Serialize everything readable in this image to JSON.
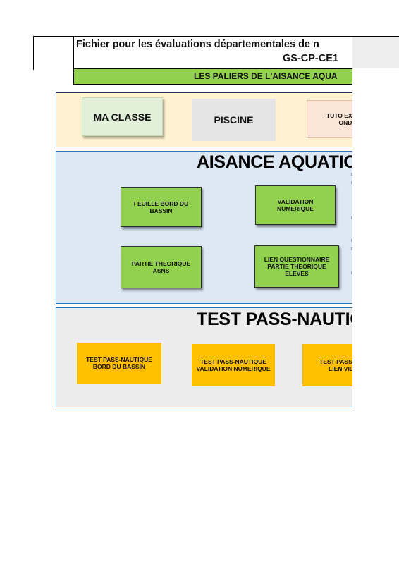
{
  "header": {
    "title_line1": "Fichier pour les évaluations départementales de n",
    "title_line2": "GS-CP-CE1",
    "subtitle": "LES PALIERS DE L'AISANCE AQUA"
  },
  "top_panel": {
    "ma_classe": "MA CLASSE",
    "piscine": "PISCINE",
    "tuto": "TUTO EXTRA\nOND"
  },
  "aisance": {
    "title": "AISANCE AQUATIC",
    "buttons": [
      "FEUILLE BORD DU BASSIN",
      "VALIDATION NUMERIQUE",
      "PARTIE THEORIQUE ASNS",
      "LIEN QUESTIONNAIRE PARTIE THEORIQUE ELEVES"
    ]
  },
  "pass_nautique": {
    "title": "TEST PASS-NAUTIC",
    "buttons": [
      "TEST PASS-NAUTIQUE BORD DU BASSIN",
      "TEST PASS-NAUTIQUE VALIDATION NUMERIQUE",
      "TEST PASS-NA\nLIEN VID"
    ]
  },
  "colors": {
    "green": "#92d050",
    "orange": "#ffc000",
    "panel_top": "#fef2d2",
    "panel_mid": "#dde8f5",
    "panel_bot": "#ececec"
  }
}
